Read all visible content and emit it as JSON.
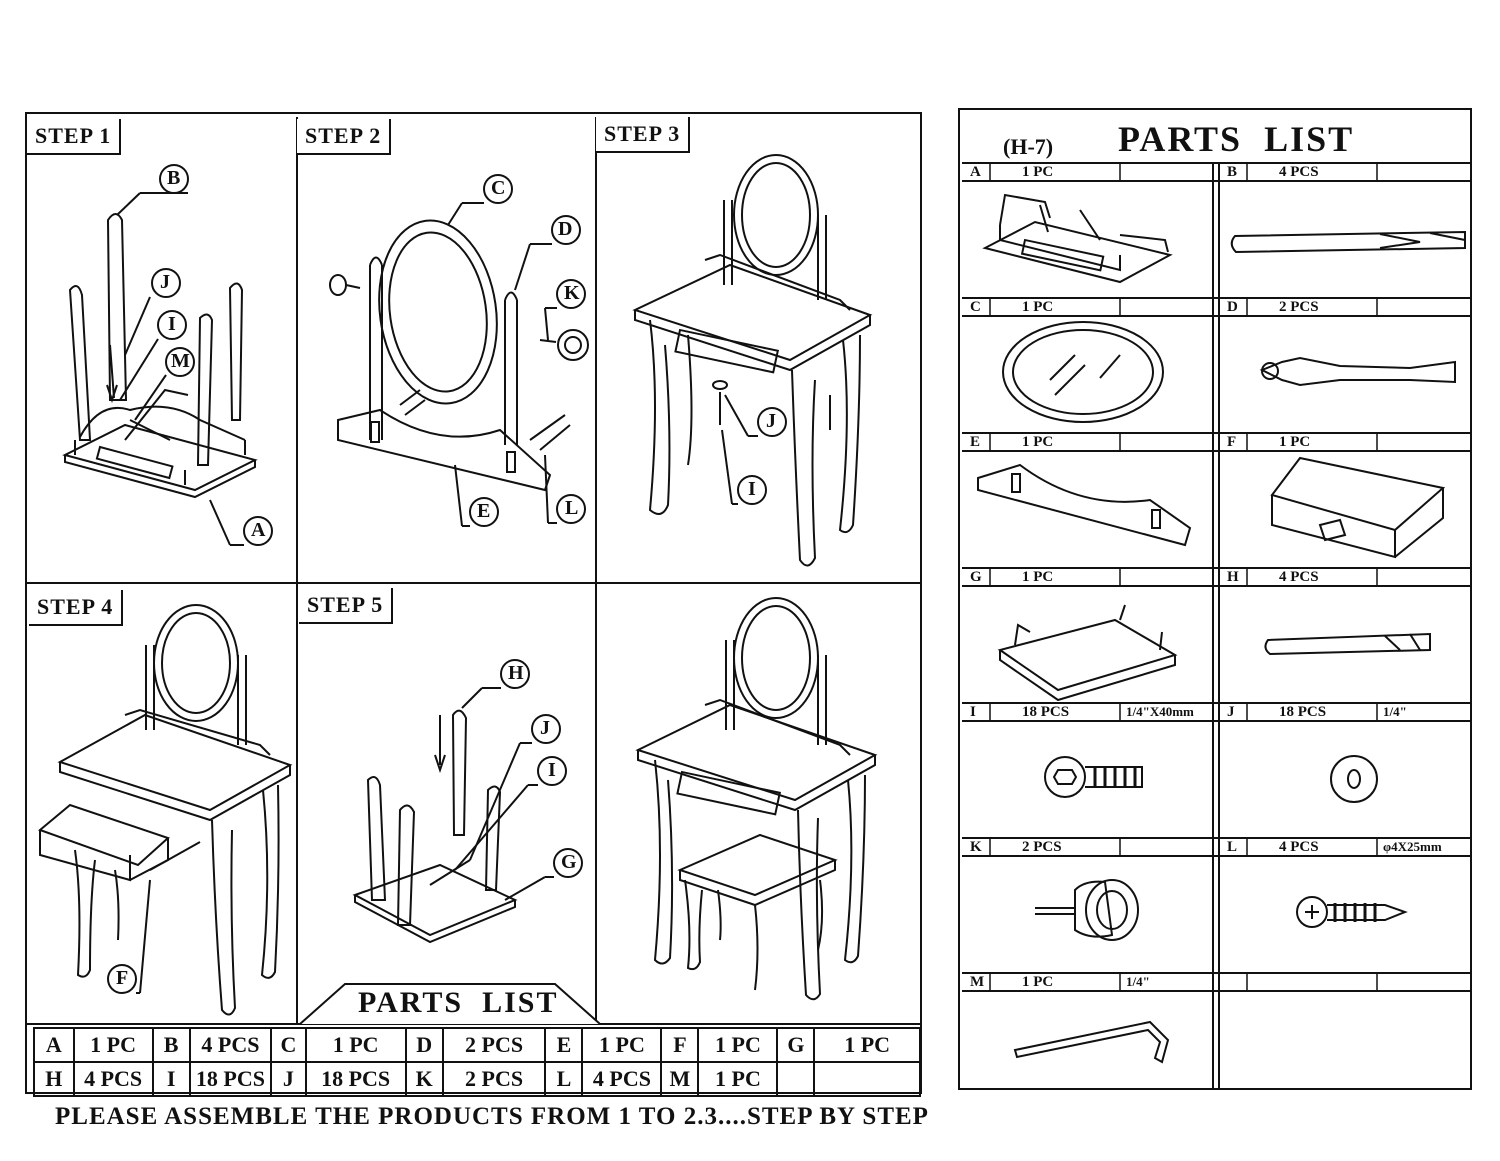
{
  "steps": {
    "step1": "STEP 1",
    "step2": "STEP 2",
    "step3": "STEP 3",
    "step4": "STEP 4",
    "step5": "STEP 5"
  },
  "callouts": {
    "s1_B": "B",
    "s1_J": "J",
    "s1_I": "I",
    "s1_M": "M",
    "s1_A": "A",
    "s2_C": "C",
    "s2_D": "D",
    "s2_K": "K",
    "s2_E": "E",
    "s2_L": "L",
    "s3_J": "J",
    "s3_I": "I",
    "s4_F": "F",
    "s5_H": "H",
    "s5_J": "J",
    "s5_I": "I",
    "s5_G": "G"
  },
  "bottom_parts_title": "PARTS  LIST",
  "bottom_parts": {
    "row1": [
      {
        "letter": "A",
        "qty": "1 PC"
      },
      {
        "letter": "B",
        "qty": "4 PCS"
      },
      {
        "letter": "C",
        "qty": "1 PC"
      },
      {
        "letter": "D",
        "qty": "2 PCS"
      },
      {
        "letter": "E",
        "qty": "1 PC"
      },
      {
        "letter": "F",
        "qty": "1 PC"
      },
      {
        "letter": "G",
        "qty": "1 PC"
      }
    ],
    "row2": [
      {
        "letter": "H",
        "qty": "4 PCS"
      },
      {
        "letter": "I",
        "qty": "18 PCS"
      },
      {
        "letter": "J",
        "qty": "18 PCS"
      },
      {
        "letter": "K",
        "qty": "2 PCS"
      },
      {
        "letter": "L",
        "qty": "4 PCS"
      },
      {
        "letter": "M",
        "qty": "1 PC"
      }
    ]
  },
  "right_panel": {
    "code": "(H-7)",
    "title": "PARTS  LIST",
    "parts": [
      {
        "letter": "A",
        "qty": "1 PC",
        "spec": ""
      },
      {
        "letter": "B",
        "qty": "4 PCS",
        "spec": ""
      },
      {
        "letter": "C",
        "qty": "1 PC",
        "spec": ""
      },
      {
        "letter": "D",
        "qty": "2 PCS",
        "spec": ""
      },
      {
        "letter": "E",
        "qty": "1 PC",
        "spec": ""
      },
      {
        "letter": "F",
        "qty": "1 PC",
        "spec": ""
      },
      {
        "letter": "G",
        "qty": "1 PC",
        "spec": ""
      },
      {
        "letter": "H",
        "qty": "4 PCS",
        "spec": ""
      },
      {
        "letter": "I",
        "qty": "18 PCS",
        "spec": "1/4\"X40mm"
      },
      {
        "letter": "J",
        "qty": "18 PCS",
        "spec": "1/4\""
      },
      {
        "letter": "K",
        "qty": "2 PCS",
        "spec": ""
      },
      {
        "letter": "L",
        "qty": "4 PCS",
        "spec": "φ4X25mm"
      },
      {
        "letter": "M",
        "qty": "1 PC",
        "spec": "1/4\""
      }
    ]
  },
  "footer": "PLEASE ASSEMBLE THE PRODUCTS FROM 1 TO 2.3....STEP BY STEP"
}
